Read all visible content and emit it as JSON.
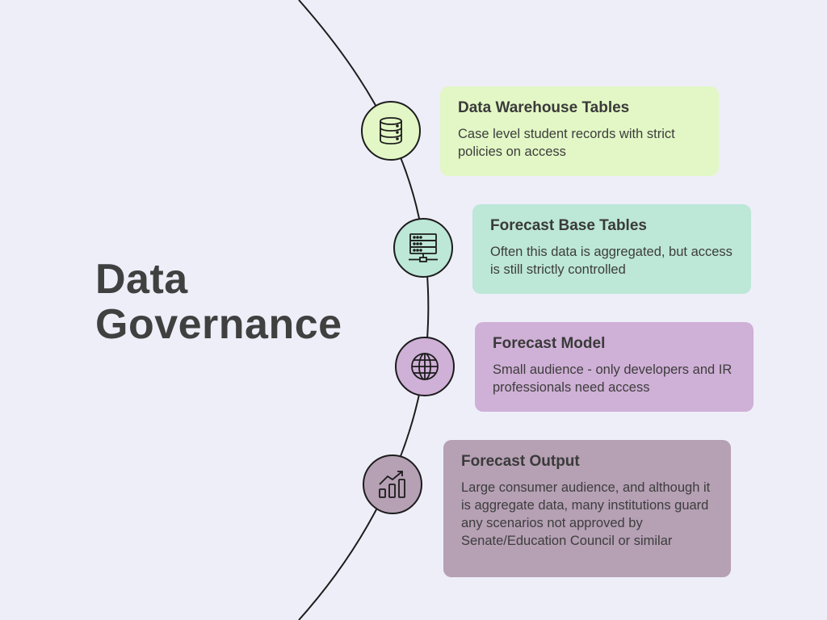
{
  "title": {
    "line1": "Data",
    "line2": "Governance"
  },
  "colors": {
    "background": "#eeeef9",
    "card_1": "#e2f7c5",
    "card_2": "#bde7d7",
    "card_3": "#cfb0d6",
    "card_4": "#b5a0b4"
  },
  "items": [
    {
      "icon": "database-icon",
      "title": "Data Warehouse Tables",
      "description": "Case level student records with strict policies on access"
    },
    {
      "icon": "server-network-icon",
      "title": "Forecast Base Tables",
      "description": "Often this data is aggregated, but access is still strictly controlled"
    },
    {
      "icon": "globe-icon",
      "title": "Forecast Model",
      "description": "Small audience - only developers and IR professionals need access"
    },
    {
      "icon": "bar-chart-growth-icon",
      "title": "Forecast Output",
      "description": "Large consumer audience, and although it is aggregate data, many institutions guard any scenarios not approved by Senate/Education Council or similar"
    }
  ]
}
